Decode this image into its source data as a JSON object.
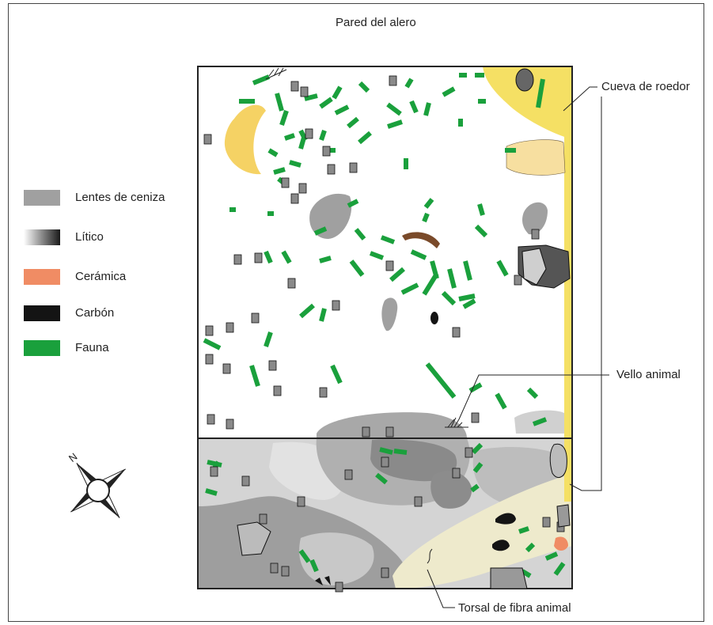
{
  "title": "Pared del alero",
  "legend": [
    {
      "label": "Lentes de ceniza",
      "color": "#a0a0a0"
    },
    {
      "label": "Lítico",
      "color": "#222222"
    },
    {
      "label": "Cerámica",
      "color": "#f08c64"
    },
    {
      "label": "Carbón",
      "color": "#141414"
    },
    {
      "label": "Fauna",
      "color": "#1aa03c"
    }
  ],
  "callouts": {
    "cave": "Cueva de roedor",
    "hair": "Vello animal",
    "twist": "Torsal de fibra animal"
  },
  "compass": {
    "north_label": "N"
  },
  "colors": {
    "fauna": "#1aa03c",
    "ash": "#9e9e9e",
    "ash_light": "#d0d0d0",
    "ash_dark": "#8a8a8a",
    "cave": "#f5e064",
    "cave_light": "#f7dfa0",
    "beige": "#eeeacc",
    "charcoal": "#141414",
    "ceramic": "#f08c64",
    "bone": "#7a4a2a"
  }
}
